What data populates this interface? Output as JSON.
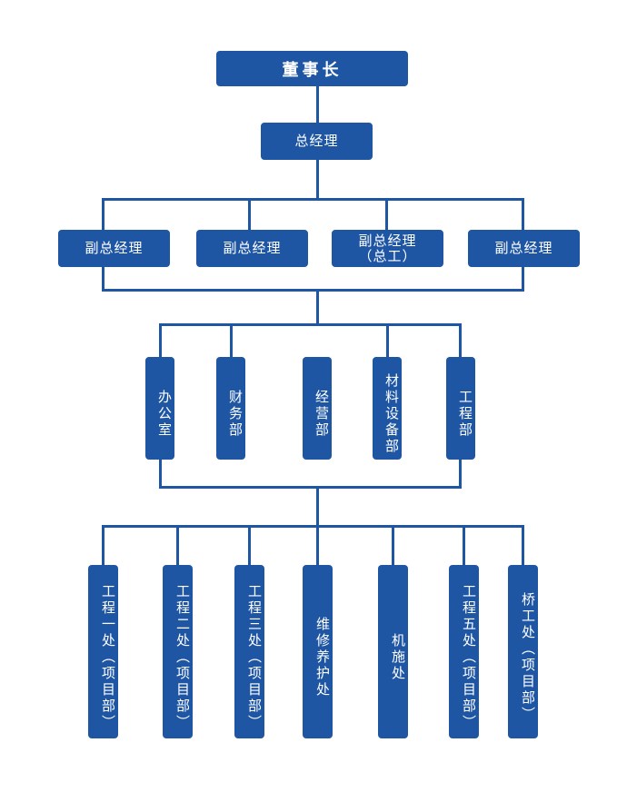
{
  "chairman": "董事长",
  "general_manager": "总经理",
  "deputy_managers": [
    {
      "line1": "副总经理",
      "line2": ""
    },
    {
      "line1": "副总经理",
      "line2": ""
    },
    {
      "line1": "副总经理",
      "line2": "（总工）"
    },
    {
      "line1": "副总经理",
      "line2": ""
    }
  ],
  "departments": [
    "办公室",
    "财务部",
    "经营部",
    "材料设备部",
    "工程部"
  ],
  "divisions": [
    "工程一处（项目部）",
    "工程二处（项目部）",
    "工程三处（项目部）",
    "维修养护处",
    "机施处",
    "工程五处（项目部）",
    "桥工处（项目部）"
  ],
  "colors": {
    "box": "#1f56a4",
    "line": "#1f56a4",
    "text": "#ffffff",
    "background": "#ffffff"
  }
}
